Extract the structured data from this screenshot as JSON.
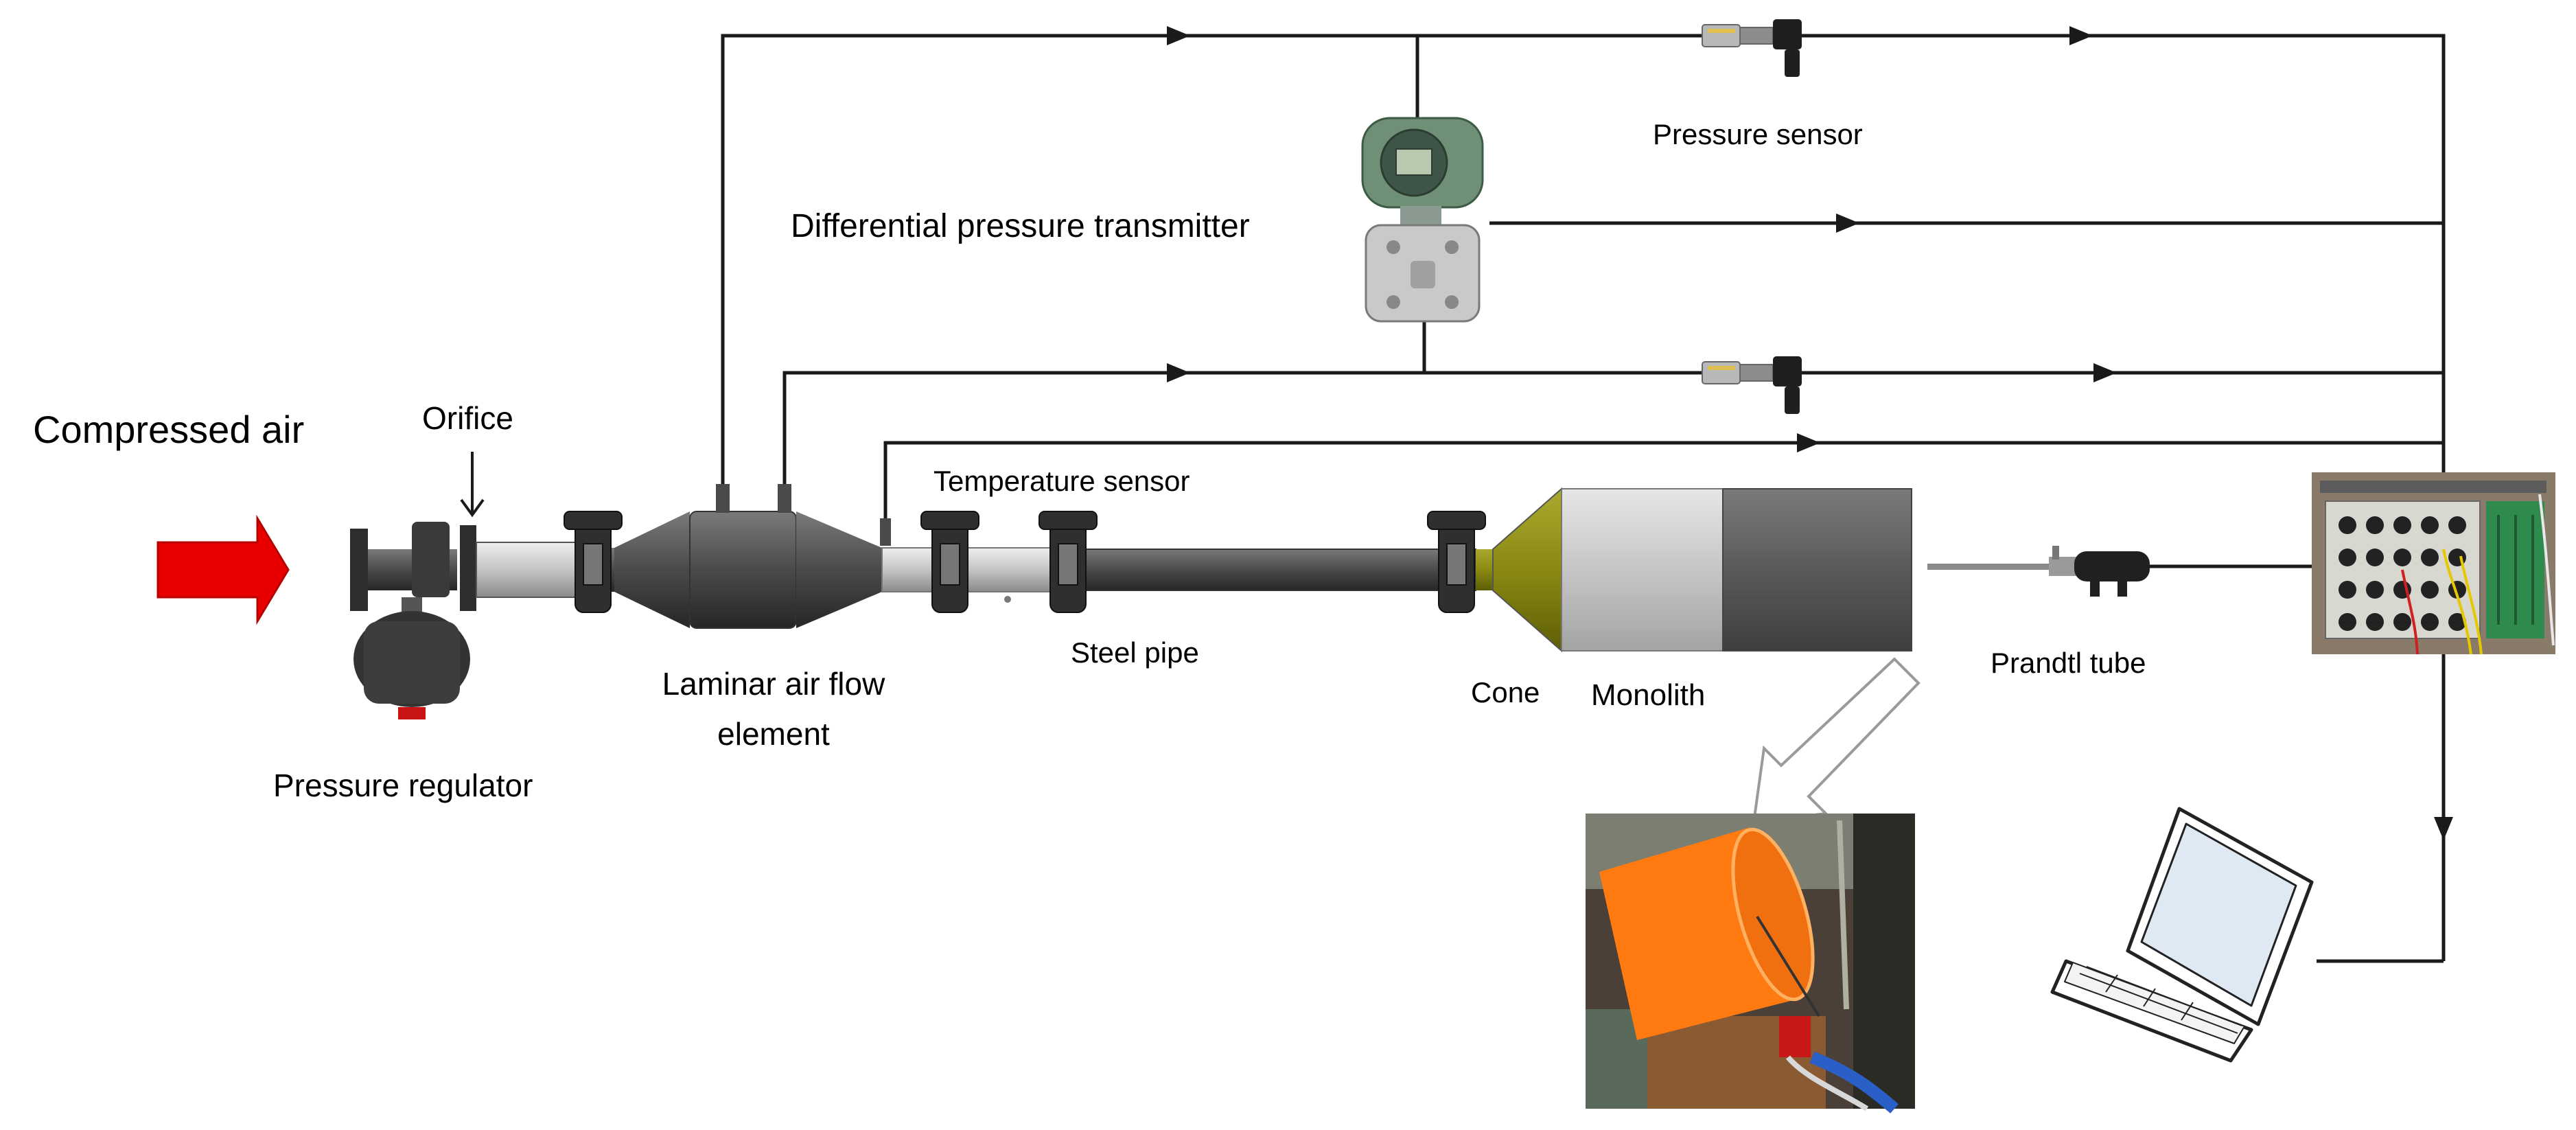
{
  "labels": {
    "compressed_air": "Compressed air",
    "orifice": "Orifice",
    "pressure_regulator": "Pressure regulator",
    "laminar_line1": "Laminar air flow",
    "laminar_line2": "element",
    "temperature_sensor": "Temperature sensor",
    "steel_pipe": "Steel pipe",
    "cone": "Cone",
    "monolith": "Monolith",
    "prandtl_tube": "Prandtl tube",
    "differential_pressure_transmitter": "Differential pressure transmitter",
    "pressure_sensor": "Pressure sensor"
  },
  "colors": {
    "inlet_arrow": "#e80000",
    "line": "#1a1a1a",
    "pipe_light": "#c9c9c9",
    "pipe_dark": "#4a4a4a",
    "cone": "#8a8a12",
    "monolith_light": "#c8c8c8",
    "monolith_dark": "#5a5a5a",
    "inset_cone": "#ff7a10",
    "transmitter": "#6f8f77"
  },
  "icons": [
    "inlet-arrow-icon",
    "pressure-regulator-icon",
    "clamp-icon",
    "pressure-sensor-icon",
    "differential-pressure-transmitter-icon",
    "data-acquisition-icon",
    "laptop-icon",
    "prandtl-tube-icon",
    "photo-inset-icon"
  ]
}
